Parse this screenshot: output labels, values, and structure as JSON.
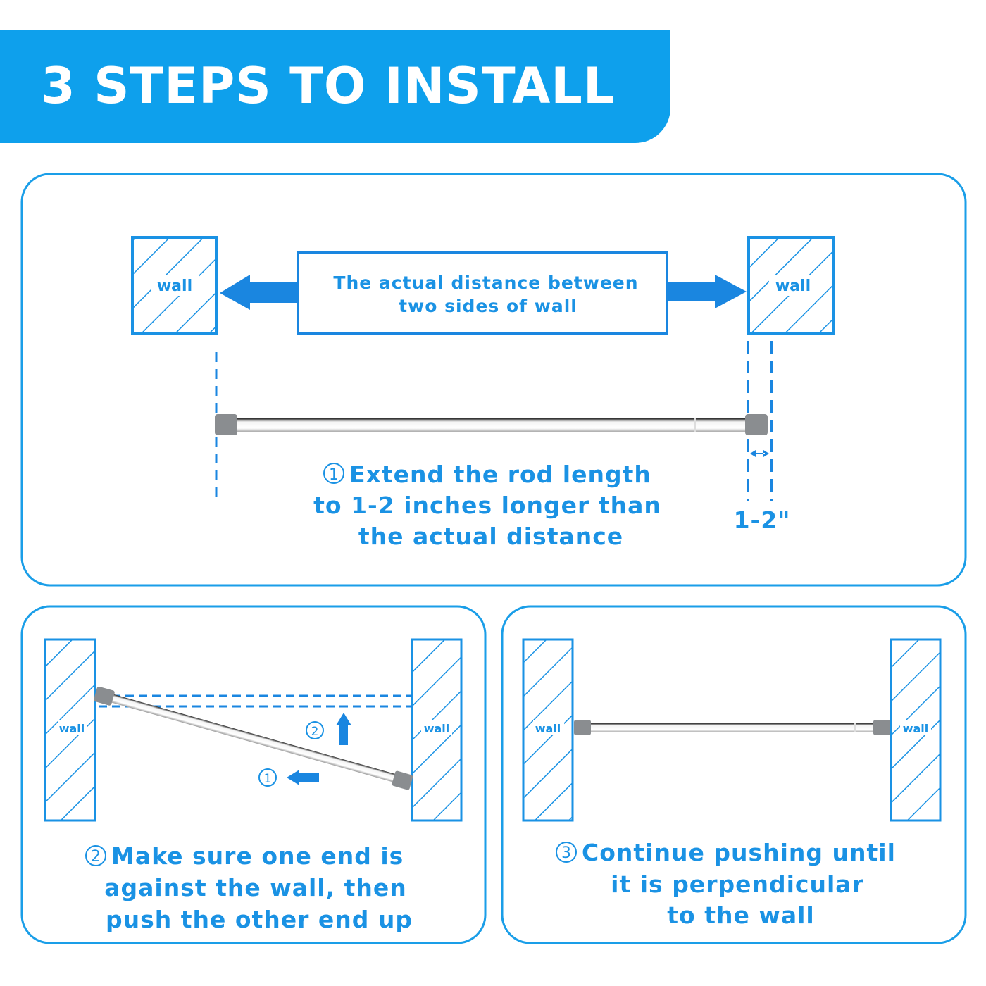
{
  "header": {
    "title": "3 STEPS TO INSTALL"
  },
  "colors": {
    "brand_blue": "#0ea0ec",
    "text_blue": "#1a92e4",
    "rod_cap": "#8a8d90"
  },
  "step1": {
    "wall_label_left": "wall",
    "wall_label_right": "wall",
    "distance_box": [
      "The actual distance between",
      "two sides of wall"
    ],
    "gap_label": "1-2\"",
    "number": "1",
    "instruction": [
      "Extend the rod length",
      "to 1-2 inches longer than",
      "the actual distance"
    ]
  },
  "step2": {
    "wall_label_left": "wall",
    "wall_label_right": "wall",
    "marker_up": "2",
    "marker_left": "1",
    "number": "2",
    "instruction": [
      "Make sure one end is",
      "against the wall, then",
      "push the other end up"
    ]
  },
  "step3": {
    "wall_label_left": "wall",
    "wall_label_right": "wall",
    "number": "3",
    "instruction": [
      "Continue pushing until",
      "it is perpendicular",
      "to the wall"
    ]
  }
}
